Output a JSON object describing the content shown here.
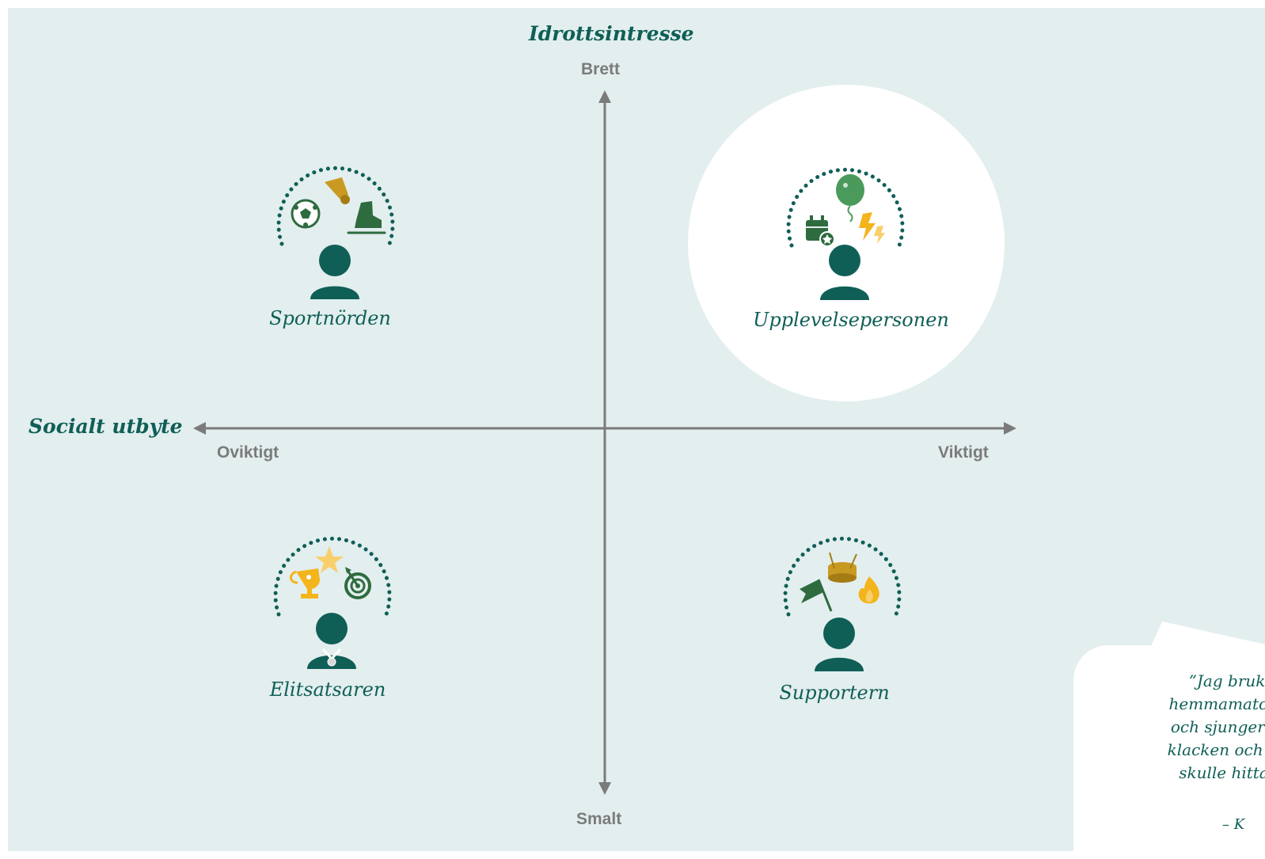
{
  "axes": {
    "y_title": "Idrottsintresse",
    "y_top": "Brett",
    "y_bottom": "Smalt",
    "x_title": "Socialt utbyte",
    "x_left": "Oviktigt",
    "x_right": "Viktigt"
  },
  "personas": [
    {
      "name": "Sportnörden",
      "icons": [
        "soccer-ball-icon",
        "shuttlecock-icon",
        "ice-skate-icon"
      ],
      "highlighted": false
    },
    {
      "name": "Upplevelsepersonen",
      "icons": [
        "balloon-icon",
        "event-calendar-icon",
        "lightning-icon"
      ],
      "highlighted": true
    },
    {
      "name": "Elitsatsaren",
      "icons": [
        "trophy-icon",
        "star-icon",
        "target-icon",
        "medal-icon"
      ],
      "highlighted": false
    },
    {
      "name": "Supportern",
      "icons": [
        "drum-icon",
        "flag-icon",
        "flame-icon"
      ],
      "highlighted": false
    }
  ],
  "quote": {
    "lines": [
      "”Jag bruka",
      "hemmamatcher",
      "och sjunger för",
      "klacken och hitt",
      "skulle hitta S"
    ],
    "author": "– K"
  },
  "colors": {
    "background": "#e3eeee",
    "teal": "#0f5f57",
    "axis_gray": "#7b7b7b",
    "green": "#2e6b3f",
    "gold": "#c99a22",
    "yellow": "#f3b41c"
  }
}
